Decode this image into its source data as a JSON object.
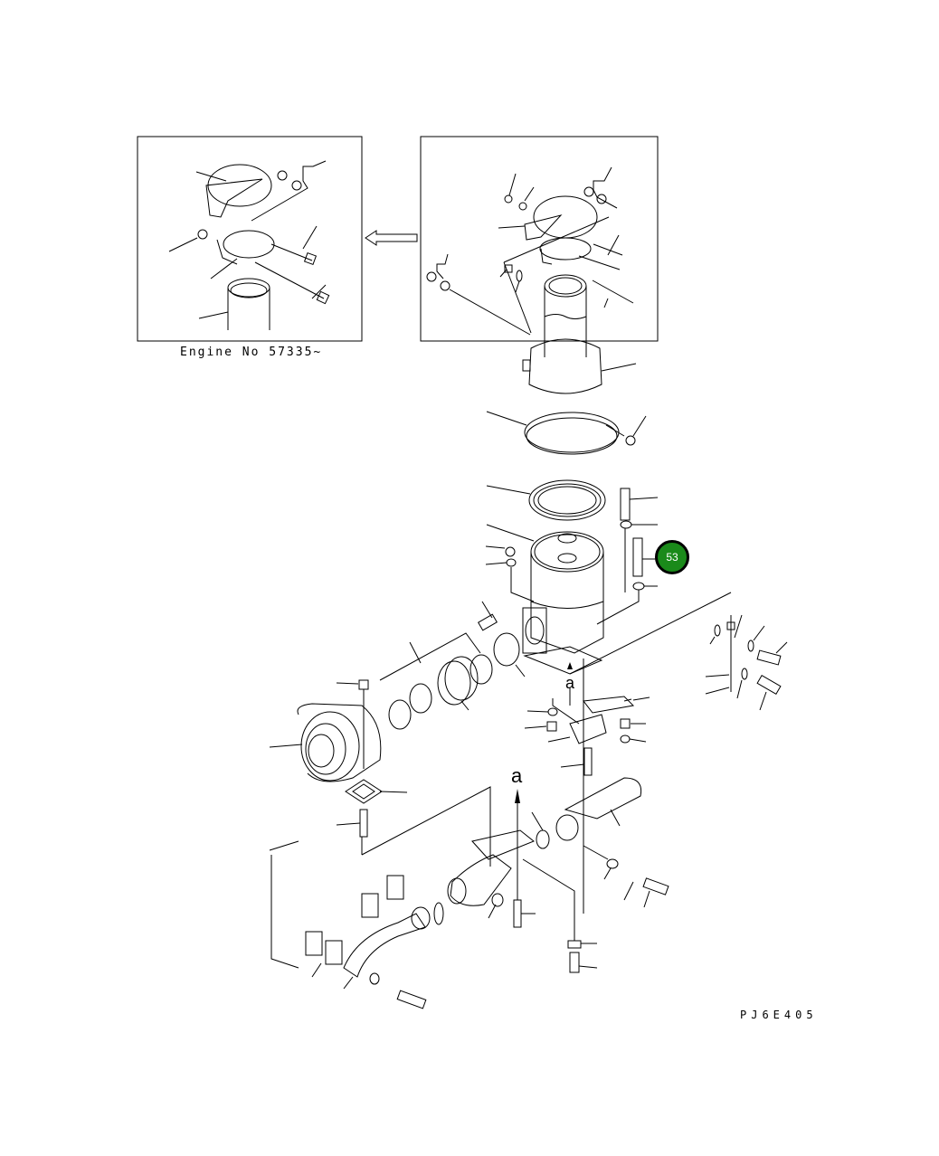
{
  "diagram": {
    "type": "exploded parts diagram",
    "subject": "Turbocharger / exhaust assembly",
    "inset_left": {
      "caption": "Engine No 57335~"
    },
    "inset_right": {
      "caption": ""
    },
    "arrow_direction": "left",
    "reference_markers": [
      "a",
      "a"
    ],
    "drawing_code": "PJ6E405"
  },
  "callouts": [
    {
      "number": "53",
      "fill": "#1a8a1a",
      "ring": "#000000"
    }
  ],
  "colors": {
    "background": "#ffffff",
    "line": "#000000",
    "badge_fill": "#1a8a1a",
    "badge_ring": "#000000",
    "badge_text": "#ffffff"
  }
}
